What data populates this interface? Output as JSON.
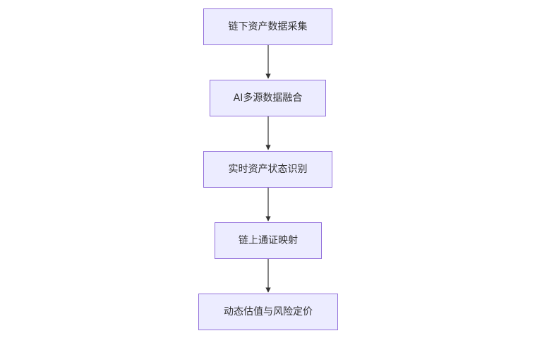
{
  "diagram": {
    "nodes": [
      {
        "label": "链下资产数据采集"
      },
      {
        "label": "AI多源数据融合"
      },
      {
        "label": "实时资产状态识别"
      },
      {
        "label": "链上通证映射"
      },
      {
        "label": "动态估值与风险定价"
      }
    ],
    "edges": [
      {
        "from": 0,
        "to": 1
      },
      {
        "from": 1,
        "to": 2
      },
      {
        "from": 2,
        "to": 3
      },
      {
        "from": 3,
        "to": 4
      }
    ],
    "colors": {
      "node_fill": "#ECECFF",
      "node_border": "#9370DB",
      "edge": "#333333",
      "text": "#333333"
    }
  }
}
